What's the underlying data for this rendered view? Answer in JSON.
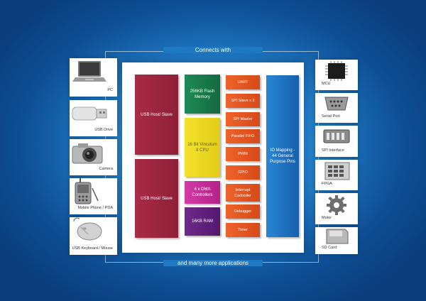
{
  "top_caption": "Connects with",
  "bottom_caption": "and many more applications",
  "left_devices": [
    {
      "label": "PC",
      "icon": "laptop-icon"
    },
    {
      "label": "USB Drive",
      "icon": "usb-drive-icon"
    },
    {
      "label": "Camera",
      "icon": "camera-icon"
    },
    {
      "label": "Mobile Phone / PDA",
      "icon": "mobile-phone-icon"
    },
    {
      "label": "USB Keyboard / Mouse",
      "icon": "mouse-icon"
    }
  ],
  "right_devices": [
    {
      "label": "MCU",
      "icon": "chip-icon"
    },
    {
      "label": "Serial Port",
      "icon": "serial-port-icon"
    },
    {
      "label": "SPI Interface",
      "icon": "spi-connector-icon"
    },
    {
      "label": "FPGA",
      "icon": "fpga-board-icon"
    },
    {
      "label": "Motor",
      "icon": "gear-icon"
    },
    {
      "label": "SD Card",
      "icon": "sd-card-icon"
    }
  ],
  "blocks": {
    "usb1": "USB Host/ Slave",
    "usb2": "USB Host/ Slave",
    "flash": "256KB Flash Memory",
    "cpu": "16 Bit Vinculum II CPU",
    "dma": "4 x DMA Controllers",
    "ram": "16KB RAM",
    "io": "IO Mapping - 44 General Purpose Pins"
  },
  "peripherals": [
    "UART",
    "SPI Slave x 2",
    "SPI Master",
    "Parallel FIFO",
    "PWM",
    "GPIO",
    "Interrupt Controller",
    "Debugger",
    "Timer"
  ],
  "colors": {
    "usb": "#9d2540",
    "flash": "#197a4a",
    "cpu": "#ecd822",
    "dma": "#c92e98",
    "ram": "#63207d",
    "peripheral": "#e5561f",
    "io": "#1d72c0",
    "background": "#1f79c4"
  }
}
